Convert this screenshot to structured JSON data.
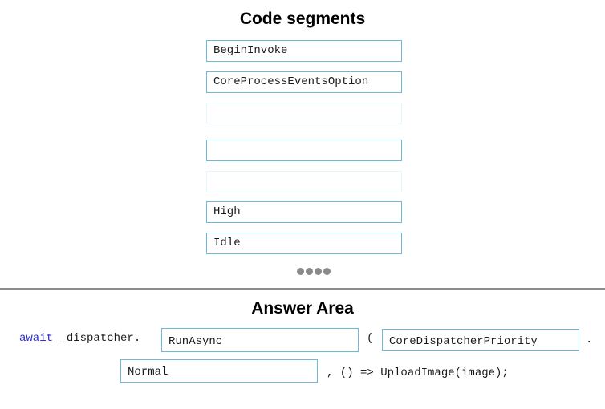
{
  "segments_title": "Code segments",
  "segments": [
    {
      "label": "BeginInvoke"
    },
    {
      "label": "CoreProcessEventsOption"
    },
    {
      "label": ""
    },
    {
      "label": ""
    },
    {
      "label": ""
    },
    {
      "label": "High"
    },
    {
      "label": "Idle"
    }
  ],
  "pagination_dots": 4,
  "answer_title": "Answer Area",
  "answer": {
    "await_keyword": "await",
    "dispatcher_text": " _dispatcher.",
    "slot1": "RunAsync",
    "open_paren": "(",
    "slot2": "CoreDispatcherPriority",
    "dot": ".",
    "slot3": "Normal",
    "tail_text": ", () => UploadImage(image);"
  },
  "colors": {
    "keyword": "#2b2bd6",
    "box_border": "#6fb8d8",
    "divider": "#8c8c8c"
  }
}
